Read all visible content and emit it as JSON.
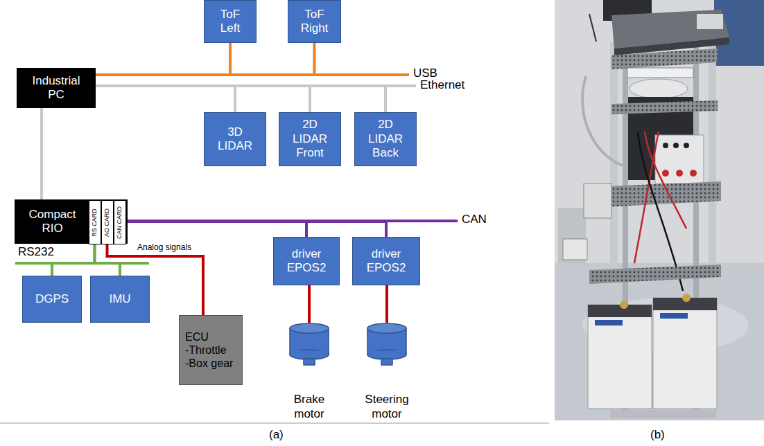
{
  "diagram": {
    "nodes": [
      {
        "text": [
          "Industrial PC"
        ]
      },
      {
        "text": [
          "ToF Left"
        ]
      },
      {
        "text": [
          "ToF Right"
        ]
      },
      {
        "text": [
          "3D LIDAR"
        ]
      },
      {
        "text": [
          "2D LIDAR Front"
        ]
      },
      {
        "text": [
          "2D LIDAR Back"
        ]
      },
      {
        "text": [
          "Compact RIO"
        ]
      },
      {
        "text": [
          "RS CARD"
        ],
        "in": 6
      },
      {
        "text": [
          "AO CARD"
        ],
        "in": 6
      },
      {
        "text": [
          "CAN CARD"
        ],
        "in": 6
      },
      {
        "text": [
          "DGPS"
        ]
      },
      {
        "text": [
          "IMU"
        ]
      },
      {
        "text": [
          "ECU",
          "-Throttle",
          "-Box gear"
        ]
      },
      {
        "text": [
          "driver EPOS2"
        ]
      },
      {
        "text": [
          "driver EPOS2"
        ]
      },
      {
        "text": [
          "Brake motor"
        ]
      },
      {
        "text": [
          "Steering motor"
        ]
      }
    ],
    "edges": [
      {
        "from": 0,
        "to": 1,
        "arrow": "none"
      },
      {
        "from": 0,
        "to": 2,
        "arrow": "none"
      },
      {
        "from": 0,
        "to": 3,
        "arrow": "none"
      },
      {
        "from": 0,
        "to": 4,
        "arrow": "none"
      },
      {
        "from": 0,
        "to": 5,
        "arrow": "none"
      },
      {
        "from": 0,
        "to": 6,
        "arrow": "none"
      },
      {
        "from": 7,
        "to": 10,
        "arrow": "none"
      },
      {
        "from": 7,
        "to": 11,
        "arrow": "none"
      },
      {
        "from": 8,
        "to": 12,
        "arrow": "none"
      },
      {
        "from": 9,
        "to": 13,
        "arrow": "none"
      },
      {
        "from": 9,
        "to": 14,
        "arrow": "none"
      },
      {
        "from": 13,
        "to": 15,
        "arrow": "none"
      },
      {
        "from": 14,
        "to": 16,
        "arrow": "none"
      }
    ],
    "labels": [
      "USB",
      "Ethernet",
      "CAN",
      "Analog signals",
      "RS232",
      "(a)",
      "(b)"
    ]
  }
}
